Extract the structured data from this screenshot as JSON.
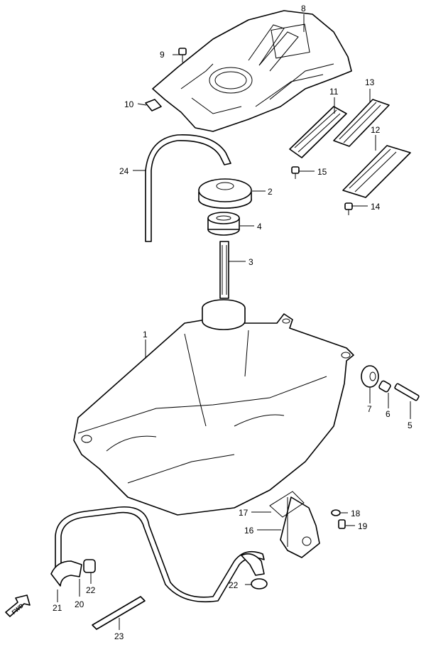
{
  "callouts": [
    "1",
    "2",
    "3",
    "4",
    "5",
    "6",
    "7",
    "8",
    "9",
    "10",
    "11",
    "12",
    "13",
    "14",
    "15",
    "16",
    "17",
    "18",
    "19",
    "20",
    "21",
    "22",
    "22",
    "23",
    "24"
  ],
  "fwd_label": "FWD"
}
